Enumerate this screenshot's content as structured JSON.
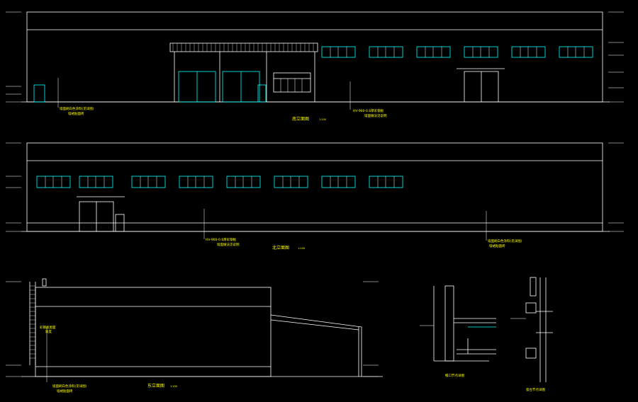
{
  "colors": {
    "background": "#000000",
    "outline": "#ffffff",
    "window": "#00ffff",
    "annotation": "#ffff00",
    "leader": "#ffff00"
  },
  "drawing": {
    "elevation_front": {
      "title": "南立面图",
      "scale": "1:100",
      "note_left_1": "墙面刷白色涂料(见详图)",
      "note_left_2": "墙裙贴面砖",
      "note_right_1": "HV-900-0.6厚彩钢板",
      "note_right_2": "墙面做法见说明"
    },
    "elevation_back": {
      "title": "北立面图",
      "scale": "1:100",
      "note_mid_1": "HV-900-0.6厚彩钢板",
      "note_mid_2": "墙面做法见说明",
      "note_right_1": "墙面刷白色涂料(见详图)",
      "note_right_2": "墙裙贴面砖"
    },
    "elevation_side": {
      "title": "东立面图",
      "scale": "1:100",
      "note_mid_1": "彩钢板屋面",
      "note_mid_2": "坡度",
      "note_bottom_1": "墙面刷白色涂料(见详图)",
      "note_bottom_2": "墙裙贴面砖"
    },
    "detail_left": {
      "title": "檐口节点详图"
    },
    "detail_right": {
      "title": "窗台节点详图"
    }
  }
}
